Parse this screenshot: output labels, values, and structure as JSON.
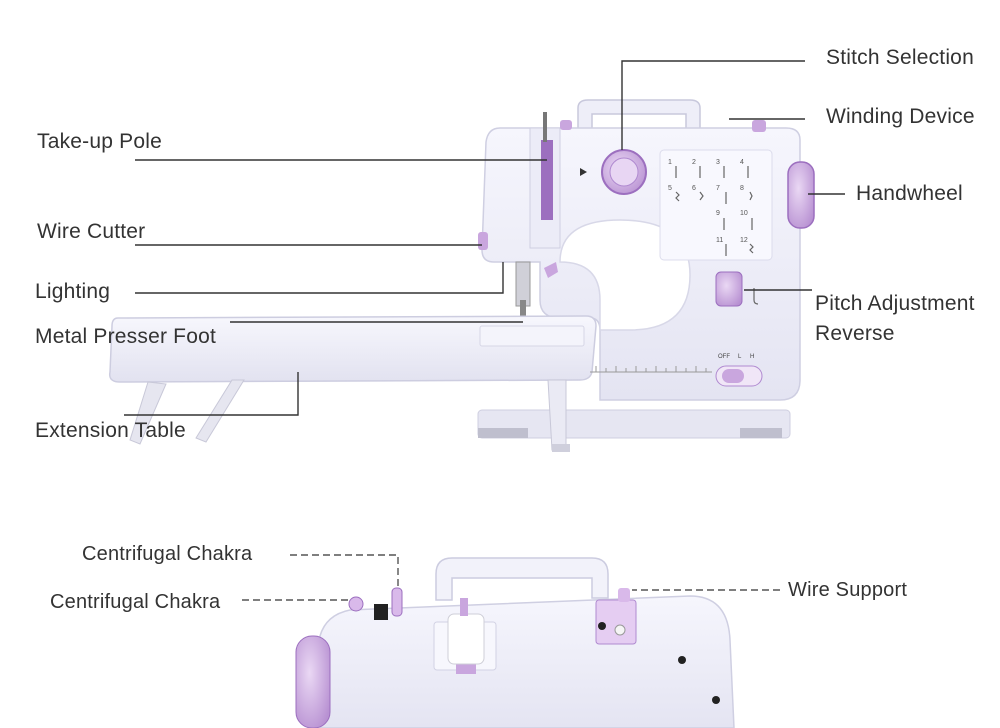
{
  "top_diagram": {
    "labels": {
      "stitch_selection": "Stitch Selection",
      "winding_device": "Winding Device",
      "take_up_pole": "Take-up Pole",
      "handwheel": "Handwheel",
      "wire_cutter": "Wire Cutter",
      "lighting": "Lighting",
      "pitch_adjustment": "Pitch Adjustment",
      "reverse": "Reverse",
      "metal_presser_foot": "Metal Presser Foot",
      "extension_table": "Extension Table"
    },
    "switch_labels": {
      "off": "OFF",
      "low": "L",
      "high": "H"
    },
    "stitch_numbers": [
      "1",
      "2",
      "3",
      "4",
      "5",
      "6",
      "7",
      "8",
      "9",
      "10",
      "11",
      "12"
    ]
  },
  "bottom_diagram": {
    "labels": {
      "centrifugal_chakra_top": "Centrifugal Chakra",
      "centrifugal_chakra_bottom": "Centrifugal Chakra",
      "wire_support": "Wire Support"
    }
  },
  "colors": {
    "accent": "#c9a6de",
    "accent_dark": "#9c6fbf",
    "body": "#f3f3fb",
    "body_shadow": "#dcdcec",
    "leader_line": "#333333",
    "text": "#333333"
  }
}
